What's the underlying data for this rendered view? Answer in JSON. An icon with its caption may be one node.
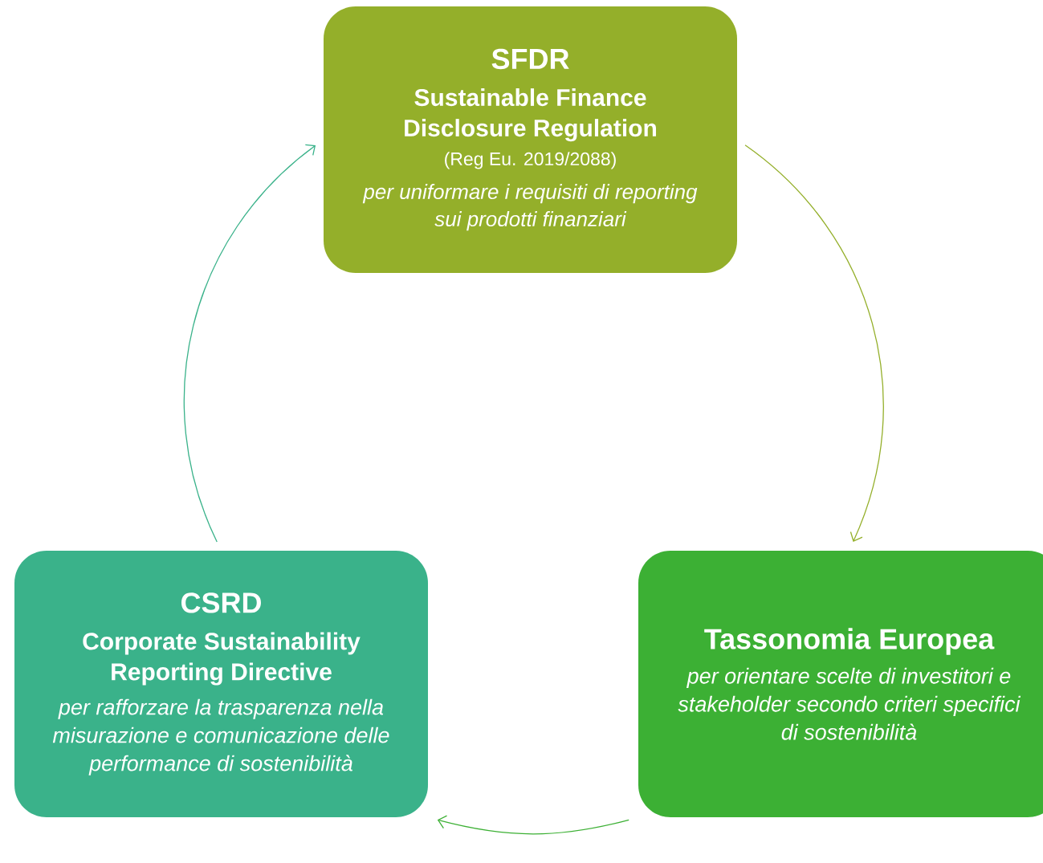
{
  "diagram": {
    "nodes": [
      {
        "text": [
          "SFDR",
          "Sustainable Finance Disclosure Regulation",
          "(Reg Eu. 2019/2088)",
          "per uniformare i requisiti di reporting sui prodotti finanziari"
        ]
      },
      {
        "text": [
          "Tassonomia Europea",
          "per orientare scelte di investitori e stakeholder secondo criteri specifici di sostenibilità"
        ]
      },
      {
        "text": [
          "CSRD",
          "Corporate Sustainability Reporting Directive",
          "per rafforzare la trasparenza nella misurazione e comunicazione delle performance di sostenibilità"
        ]
      }
    ],
    "edges": [
      {
        "from": 0,
        "to": 1,
        "arrow": "to",
        "color": "#94af2a"
      },
      {
        "from": 1,
        "to": 2,
        "arrow": "to",
        "color": "#3cb034"
      },
      {
        "from": 2,
        "to": 0,
        "arrow": "to",
        "color": "#3ab28a"
      }
    ]
  }
}
